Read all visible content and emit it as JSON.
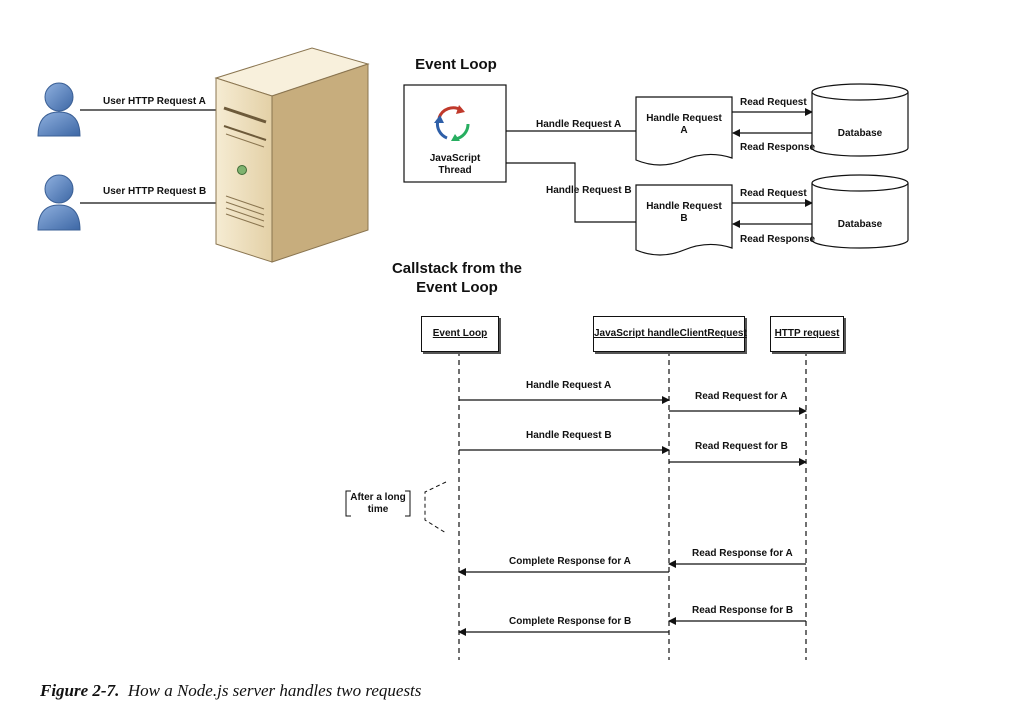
{
  "top": {
    "event_loop_heading": "Event Loop",
    "users": [
      {
        "request_label": "User HTTP Request A"
      },
      {
        "request_label": "User HTTP Request B"
      }
    ],
    "js_thread_label": "JavaScript\nThread",
    "handle_edges": [
      "Handle Request A",
      "Handle Request B"
    ],
    "handlers": [
      "Handle Request\nA",
      "Handle Request\nB"
    ],
    "read_request_label": "Read Request",
    "read_response_label": "Read Response",
    "database_label": "Database"
  },
  "sequence": {
    "heading": "Callstack from the\nEvent Loop",
    "lifelines": [
      "Event Loop",
      "JavaScript handleClientRequest",
      "HTTP request"
    ],
    "messages": [
      {
        "label": "Handle Request A"
      },
      {
        "label": "Read Request for A"
      },
      {
        "label": "Handle Request B"
      },
      {
        "label": "Read Request for B"
      },
      {
        "label": "Complete Response for A"
      },
      {
        "label": "Read Response for A"
      },
      {
        "label": "Complete Response for B"
      },
      {
        "label": "Read Response for B"
      }
    ],
    "delay_note": "After a long\ntime"
  },
  "caption": {
    "figure": "Figure 2-7.",
    "text": "How a Node.js server handles two requests"
  },
  "colors": {
    "user_fill": "#5b84bd",
    "server_fill": "#efe1c0",
    "server_side": "#c9b184",
    "database_fill": "#ffffff",
    "led": "#7fb36f"
  }
}
